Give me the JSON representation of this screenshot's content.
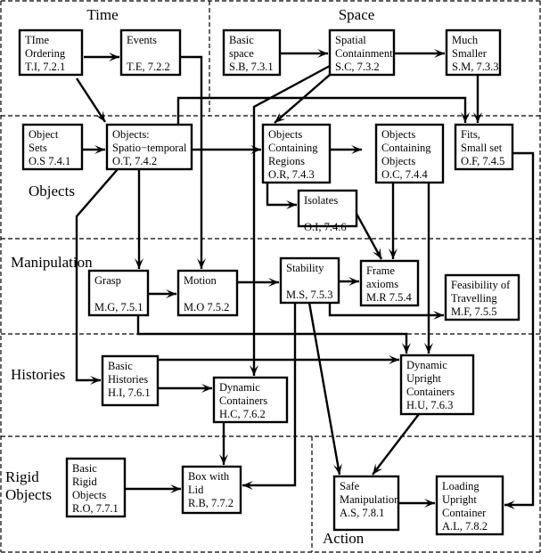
{
  "regions": [
    {
      "id": "time",
      "label": "Time"
    },
    {
      "id": "space",
      "label": "Space"
    },
    {
      "id": "objects",
      "label": "Objects"
    },
    {
      "id": "manipulation",
      "label": "Manipulation"
    },
    {
      "id": "histories",
      "label": "Histories"
    },
    {
      "id": "rigid",
      "label_lines": [
        "Rigid",
        "Objects"
      ]
    },
    {
      "id": "action",
      "label": "Action"
    }
  ],
  "nodes": [
    {
      "id": "TI",
      "lines": [
        "TIme",
        "Ordering",
        "T.I,  7.2.1"
      ]
    },
    {
      "id": "TE",
      "lines": [
        "Events",
        "",
        "T.E, 7.2.2"
      ]
    },
    {
      "id": "SB",
      "lines": [
        "Basic",
        "space",
        "S.B, 7.3.1"
      ]
    },
    {
      "id": "SC",
      "lines": [
        "Spatial",
        "Containment",
        "S.C, 7.3.2"
      ]
    },
    {
      "id": "SM",
      "lines": [
        "Much",
        "Smaller",
        "S.M, 7.3.3"
      ]
    },
    {
      "id": "OS",
      "lines": [
        "Object",
        "Sets",
        "O.S  7.4.1"
      ]
    },
    {
      "id": "OT",
      "lines": [
        "Objects:",
        "Spatio−temporal",
        "O.T,  7.4.2"
      ]
    },
    {
      "id": "OR",
      "lines": [
        "Objects",
        "Containing",
        "Regions",
        "O.R, 7.4.3"
      ]
    },
    {
      "id": "OC",
      "lines": [
        "Objects",
        "Containing",
        "Objects",
        "O.C, 7.4.4"
      ]
    },
    {
      "id": "OF",
      "lines": [
        "Fits,",
        "Small set",
        "O.F, 7.4.5"
      ]
    },
    {
      "id": "OI",
      "lines": [
        "Isolates",
        "",
        "O.I, 7.4.6"
      ]
    },
    {
      "id": "MG",
      "lines": [
        "Grasp",
        "",
        "M.G, 7.5.1"
      ]
    },
    {
      "id": "MO",
      "lines": [
        "Motion",
        "",
        "M.O 7.5.2"
      ]
    },
    {
      "id": "MS",
      "lines": [
        "Stability",
        "",
        "M.S, 7.5.3"
      ]
    },
    {
      "id": "MR",
      "lines": [
        "Frame",
        "axioms",
        "M.R 7.5.4"
      ]
    },
    {
      "id": "MF",
      "lines": [
        "Feasibility of",
        "Travelling",
        "M.F,  7.5.5"
      ]
    },
    {
      "id": "HI",
      "lines": [
        "Basic",
        "Histories",
        "H.I, 7.6.1"
      ]
    },
    {
      "id": "HC",
      "lines": [
        "Dynamic",
        "Containers",
        "H.C, 7.6.2"
      ]
    },
    {
      "id": "HU",
      "lines": [
        "Dynamic",
        "Upright",
        "Containers",
        "H.U, 7.6.3"
      ]
    },
    {
      "id": "RO",
      "lines": [
        "Basic",
        "Rigid",
        "Objects",
        "R.O, 7.7.1"
      ]
    },
    {
      "id": "RB",
      "lines": [
        "Box with",
        "Lid",
        "R.B, 7.7.2"
      ]
    },
    {
      "id": "AS",
      "lines": [
        "Safe",
        "Manipulation",
        "A.S, 7.8.1"
      ]
    },
    {
      "id": "AL",
      "lines": [
        "Loading",
        "Upright",
        "Container",
        "A.L, 7.8.2"
      ]
    }
  ],
  "edges": [
    [
      "TI",
      "TE"
    ],
    [
      "TI",
      "OT"
    ],
    [
      "TE",
      "MO"
    ],
    [
      "SB",
      "SC"
    ],
    [
      "SC",
      "SM"
    ],
    [
      "SC",
      "OR"
    ],
    [
      "SC",
      "HC"
    ],
    [
      "SM",
      "OF"
    ],
    [
      "OT",
      "OF"
    ],
    [
      "OS",
      "OT"
    ],
    [
      "OT",
      "OR"
    ],
    [
      "OT",
      "MG"
    ],
    [
      "OT",
      "HI"
    ],
    [
      "OR",
      "OC"
    ],
    [
      "OR",
      "OI"
    ],
    [
      "OI",
      "MR"
    ],
    [
      "OC",
      "MR"
    ],
    [
      "OC",
      "HU"
    ],
    [
      "OF",
      "AL"
    ],
    [
      "MG",
      "MO"
    ],
    [
      "MO",
      "MS"
    ],
    [
      "MS",
      "MR"
    ],
    [
      "MS",
      "MF"
    ],
    [
      "MS",
      "AS"
    ],
    [
      "MS",
      "RB"
    ],
    [
      "MG",
      "HU"
    ],
    [
      "HI",
      "HC"
    ],
    [
      "HI",
      "HU"
    ],
    [
      "HC",
      "RB"
    ],
    [
      "HU",
      "AS"
    ],
    [
      "RO",
      "RB"
    ],
    [
      "AS",
      "AL"
    ]
  ]
}
